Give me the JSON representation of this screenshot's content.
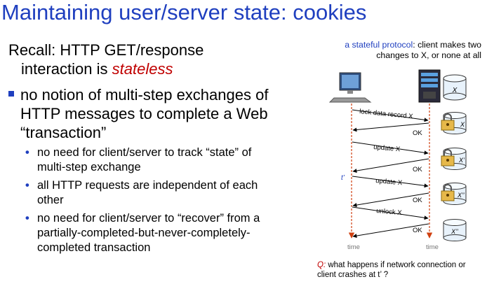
{
  "title": "Maintaining user/server state: cookies",
  "recall": {
    "line1": "Recall:  HTTP GET/response",
    "line2_prefix": "interaction is ",
    "line2_emph": "stateless"
  },
  "bullet_main": "no notion of multi-step exchanges of HTTP messages to complete a Web “transaction”",
  "sub_bullets": [
    "no need for client/server to track “state” of multi-step exchange",
    "all HTTP requests are independent of each other",
    "no need for client/server to “recover” from a partially-completed-but-never-completely-completed transaction"
  ],
  "aside": {
    "highlight": "a stateful protocol",
    "rest": ": client makes two changes to X, or none at all"
  },
  "diagram": {
    "db_label": "X",
    "messages": [
      "lock data record X",
      "OK",
      "update X",
      "OK",
      "update X",
      "OK",
      "unlock X",
      "OK"
    ],
    "lock_labels": [
      "X",
      "X’",
      "X’’"
    ],
    "final_label": "X’’",
    "t_prime": "t’",
    "time_label": "time"
  },
  "question": {
    "q": "Q:",
    "text": " what happens if network connection or client crashes at t’ ?"
  },
  "colors": {
    "title": "#1f3fbf",
    "emphasis": "#c00000",
    "arrow": "#d04010"
  }
}
